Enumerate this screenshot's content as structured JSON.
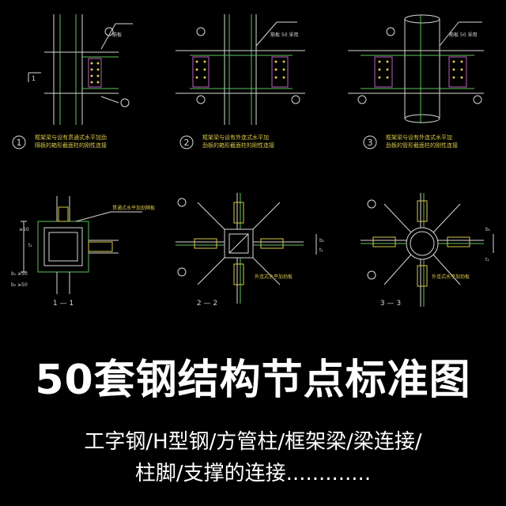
{
  "colors": {
    "background": "#000000",
    "line_white": "#d8d8d8",
    "line_yellow": "#d9c84a",
    "line_green": "#5fbf5a",
    "line_red": "#c8404a",
    "line_cyan": "#58c8d8",
    "line_magenta": "#c060c0"
  },
  "panels": {
    "p1": {
      "number": "1",
      "caption_l1": "框架梁与设有贯通式水平加劲",
      "caption_l2": "隔板的箱形截面柱的刚性连接",
      "note": "筋板",
      "dim": "1"
    },
    "p2": {
      "number": "2",
      "caption_l1": "框架梁与设有外连式水平加",
      "caption_l2": "劲板的箱形截面柱的刚性连接",
      "note": "筋板 50 采用"
    },
    "p3": {
      "number": "3",
      "caption_l1": "框架梁与设有外连式水平加",
      "caption_l2": "劲板的管形截面柱的刚性连接",
      "note": "筋板 50 采用"
    },
    "p4": {
      "section": "1 — 1",
      "note": "贯通式水平加劲隔板",
      "dim1": "b₁ ≥50",
      "dim2": "b₂ ≥50",
      "dim3": "t₁",
      "dim4": "≥50"
    },
    "p5": {
      "section": "2 — 2",
      "note": "外连式水平加劲板",
      "dim1": "b₁",
      "dim2": "t₁"
    },
    "p6": {
      "section": "3 — 3",
      "note": "外连式水平加劲板",
      "dim1": "b₁",
      "dim2": "t₁"
    }
  },
  "headline": "50套钢结构节点标准图",
  "subtitle_line1": "工字钢/H型钢/方管柱/框架梁/梁连接/",
  "subtitle_line2": "柱脚/支撑的连接............."
}
